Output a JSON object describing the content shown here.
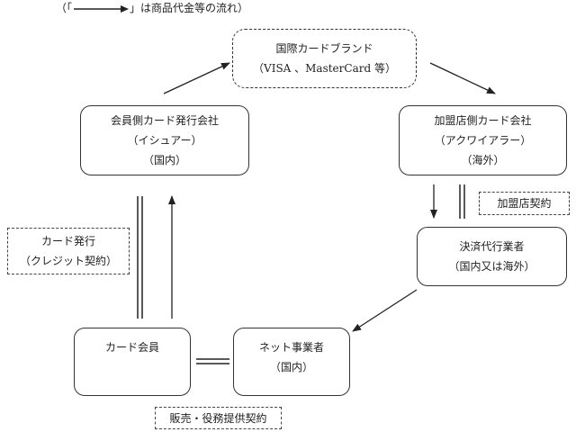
{
  "legend": {
    "prefix": "（「",
    "suffix": "」は商品代金等の流れ）"
  },
  "nodes": {
    "brand": {
      "line1": "国際カードブランド",
      "line2": "（VISA 、MasterCard 等）"
    },
    "issuer": {
      "line1": "会員側カード発行会社",
      "line2": "（イシュアー）",
      "line3": "（国内）"
    },
    "acquirer": {
      "line1": "加盟店側カード会社",
      "line2": "（アクワイアラー）",
      "line3": "（海外）"
    },
    "psp": {
      "line1": "決済代行業者",
      "line2": "（国内又は海外）"
    },
    "member": {
      "line1": "カード会員"
    },
    "merchant": {
      "line1": "ネット事業者",
      "line2": "（国内）"
    }
  },
  "notes": {
    "card_issue": {
      "line1": "カード発行",
      "line2": "（クレジット契約）"
    },
    "merchant_contract": {
      "line1": "加盟店契約"
    },
    "sales_contract": {
      "line1": "販売・役務提供契約"
    }
  }
}
